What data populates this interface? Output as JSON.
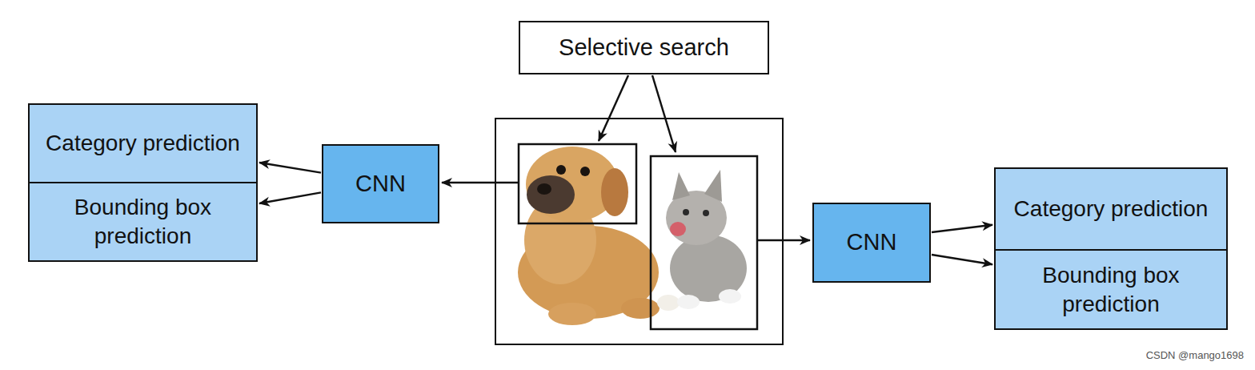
{
  "diagram": {
    "nodes": [
      {
        "text": [
          "Selective search"
        ]
      },
      {
        "text": [
          "Category prediction"
        ]
      },
      {
        "text": [
          "Bounding box prediction"
        ]
      },
      {
        "text": [
          "CNN"
        ]
      },
      {
        "text": [
          "CNN"
        ]
      },
      {
        "text": [
          "Category prediction"
        ]
      },
      {
        "text": [
          "Bounding box prediction"
        ]
      }
    ],
    "edges": [
      {
        "from": 3,
        "to": 1,
        "arrow": "to"
      },
      {
        "from": 3,
        "to": 2,
        "arrow": "to"
      },
      {
        "from": 4,
        "to": 5,
        "arrow": "to"
      },
      {
        "from": 4,
        "to": 6,
        "arrow": "to"
      }
    ],
    "labels": [
      "CSDN @mango1698"
    ]
  }
}
